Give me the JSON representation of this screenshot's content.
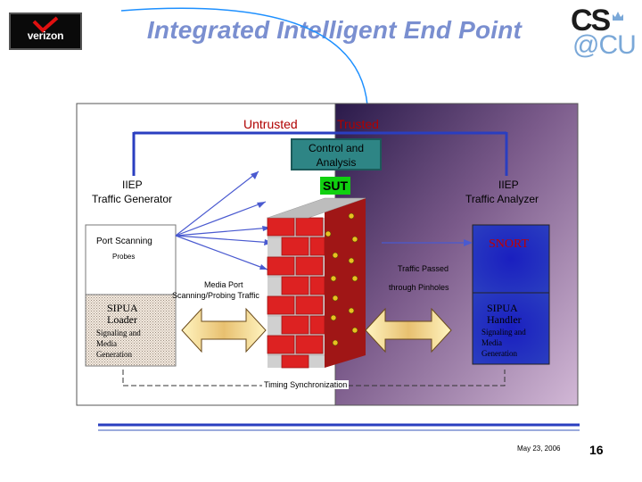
{
  "header": {
    "title": "Integrated Intelligent End Point",
    "left_logo": {
      "text": "verizon",
      "icon": "verizon-checkmark-icon"
    },
    "right_logo": {
      "line1": "CS",
      "line2": "@CU",
      "icon": "columbia-crown-icon"
    }
  },
  "diagram": {
    "zones": {
      "left": "Untrusted",
      "right": "Trusted"
    },
    "control_box": "Control and Analysis",
    "sut": "SUT",
    "generator": {
      "line1": "IIEP",
      "line2": "Traffic Generator"
    },
    "analyzer": {
      "line1": "IIEP",
      "line2": "Traffic Analyzer"
    },
    "port_scanning": "Port Scanning",
    "probes": "Probes",
    "snort": "SNORT",
    "traffic_passed": "Traffic Passed",
    "through_pinholes": "through Pinholes",
    "media_port": {
      "line1": "Media Port",
      "line2": "Scanning/Probing Traffic"
    },
    "sipua_loader": {
      "line1": "SIPUA",
      "line2": "Loader"
    },
    "signaling_left": {
      "line1": "Signaling and",
      "line2": "Media",
      "line3": "Generation"
    },
    "sipua_handler": {
      "line1": "SIPUA",
      "line2": "Handler"
    },
    "signaling_right": {
      "line1": "Signaling and",
      "line2": "Media",
      "line3": "Generation"
    },
    "timing": "Timing Synchronization",
    "firewall_icon": "brick-firewall-icon"
  },
  "footer": {
    "date": "May 23, 2006",
    "page": "16"
  },
  "colors": {
    "title": "#7a8fd0",
    "accent_blue": "#2a3ec0",
    "control_box": "#2e8585",
    "sut": "#10d010",
    "brick": "#dd2222",
    "trusted_purple": "#6a4a7a",
    "zone_labels": "#b00000"
  }
}
